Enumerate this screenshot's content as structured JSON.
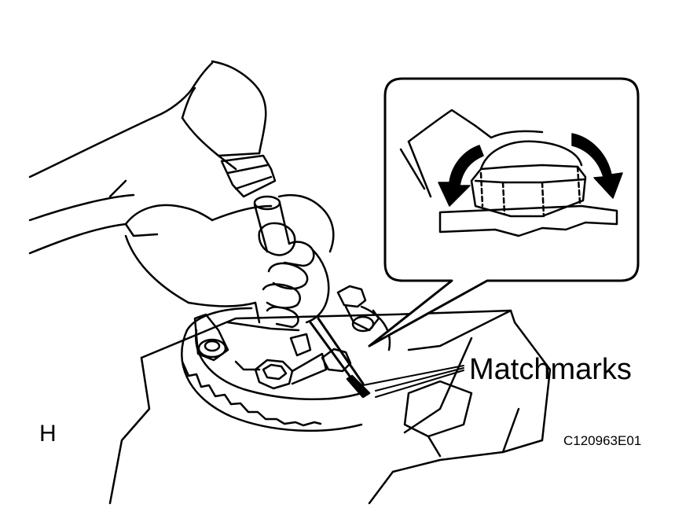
{
  "labels": {
    "callout": "Matchmarks",
    "view_letter": "H",
    "figure_code": "C120963E01"
  },
  "icons": {
    "rotation_arrows": "curved-arrows-icon",
    "hammer": "hammer-icon",
    "punch": "punch-icon"
  },
  "colors": {
    "ink": "#000000",
    "paper": "#ffffff"
  }
}
